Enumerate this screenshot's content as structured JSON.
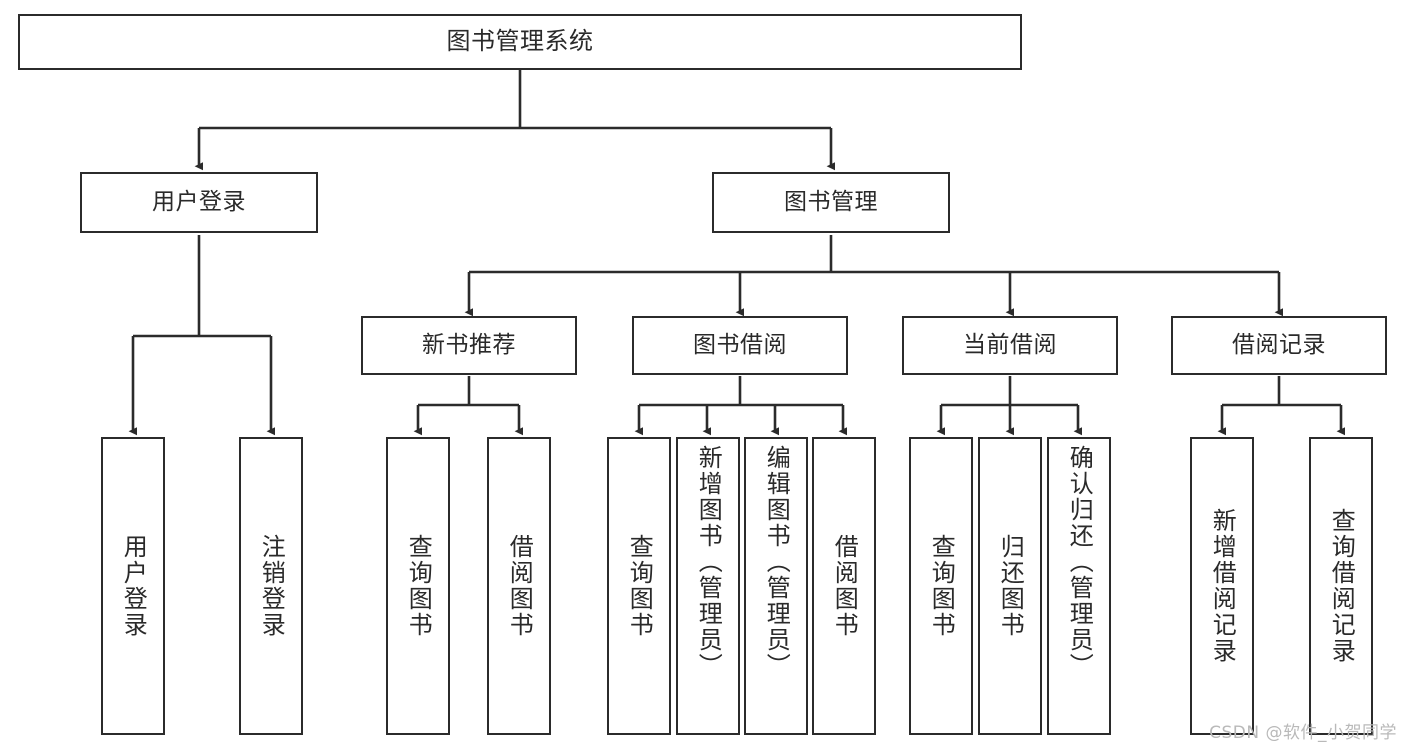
{
  "diagram": {
    "type": "tree-hierarchy",
    "title": "图书管理系统",
    "watermark": "CSDN @软件_小贺同学",
    "colors": {
      "border": "#2b2b2b",
      "text": "#2a2a2a",
      "background": "#ffffff",
      "connector": "#2b2b2b",
      "watermark": "#b9b9b9"
    },
    "nodes": {
      "root": {
        "label": "图书管理系统"
      },
      "level2": [
        {
          "label": "用户登录"
        },
        {
          "label": "图书管理"
        }
      ],
      "level3": [
        {
          "label": "新书推荐"
        },
        {
          "label": "图书借阅"
        },
        {
          "label": "当前借阅"
        },
        {
          "label": "借阅记录"
        }
      ],
      "leaves": {
        "user_login": [
          {
            "label": "用户登录"
          },
          {
            "label": "注销登录"
          }
        ],
        "new_book_recommend": [
          {
            "label": "查询图书"
          },
          {
            "label": "借阅图书"
          }
        ],
        "book_borrow": [
          {
            "label": "查询图书"
          },
          {
            "label": "新增图书（管理员）"
          },
          {
            "label": "编辑图书（管理员）"
          },
          {
            "label": "借阅图书"
          }
        ],
        "current_borrow": [
          {
            "label": "查询图书"
          },
          {
            "label": "归还图书"
          },
          {
            "label": "确认归还（管理员）"
          }
        ],
        "borrow_record": [
          {
            "label": "新增借阅记录"
          },
          {
            "label": "查询借阅记录"
          }
        ]
      }
    }
  }
}
